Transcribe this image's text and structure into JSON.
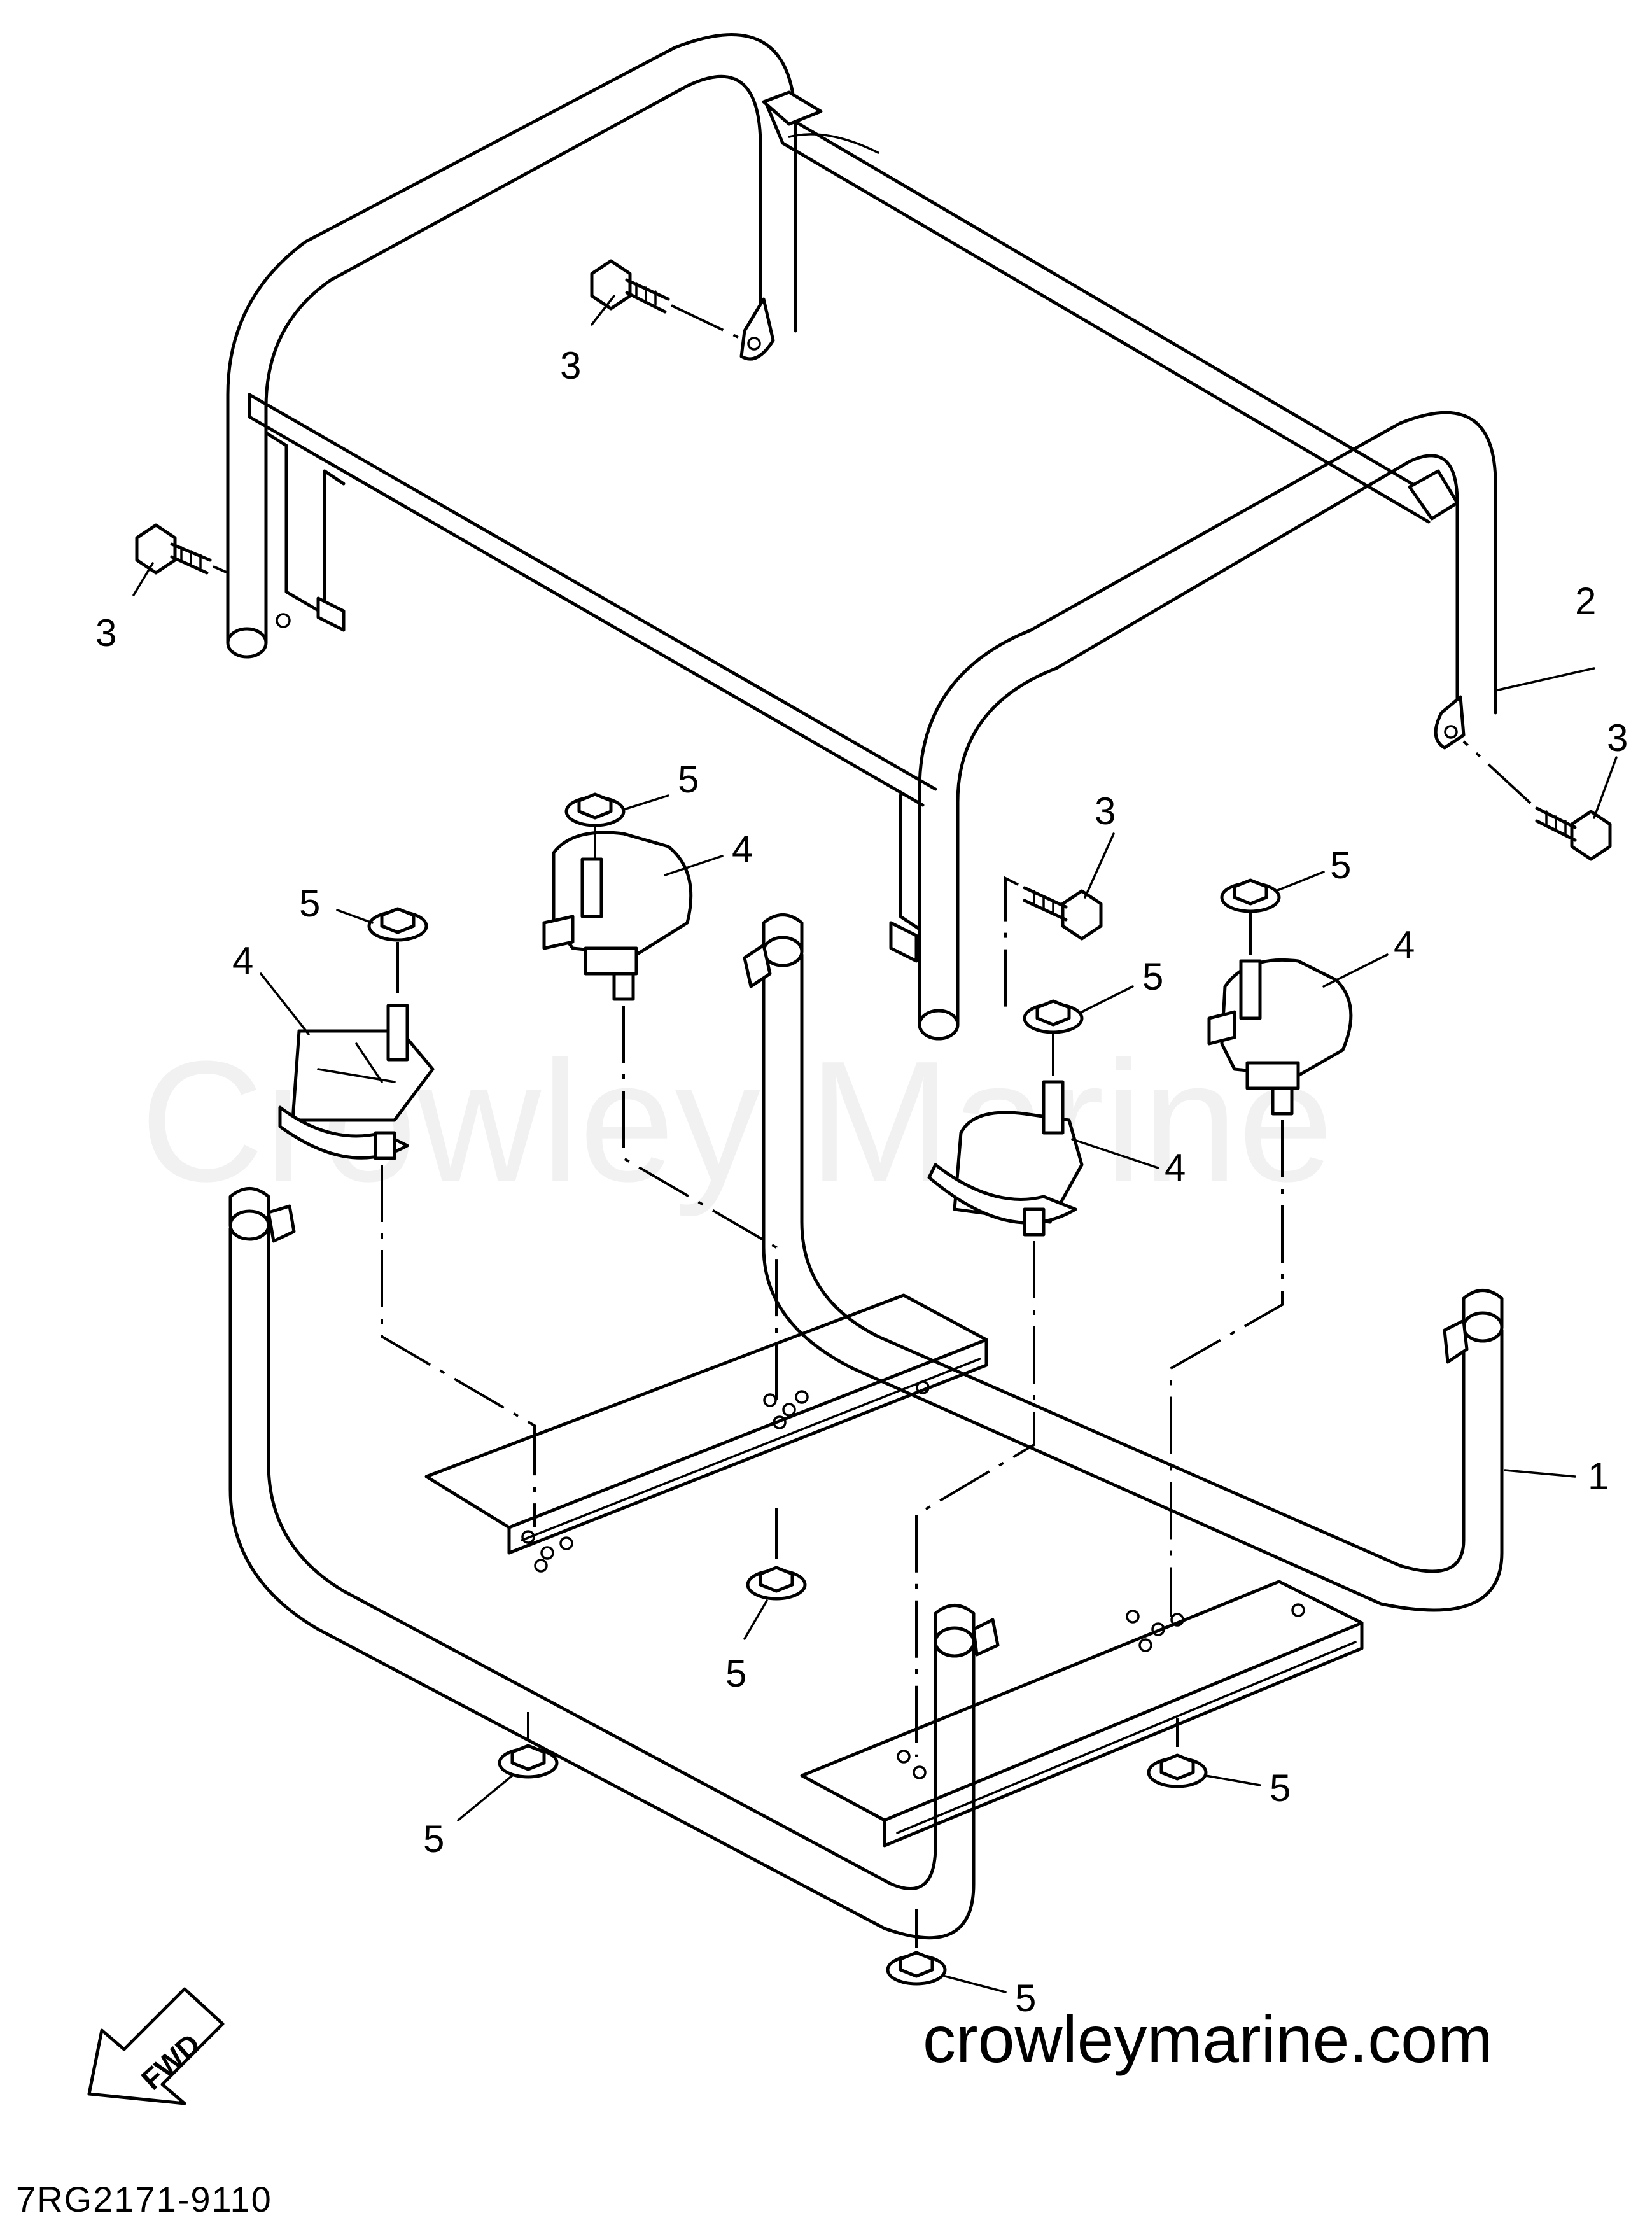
{
  "watermark": "Crowley Marine",
  "website": "crowleymarine.com",
  "diagram_code": "7RG2171-9110",
  "direction_label": "FWD",
  "callouts": {
    "c1": "1",
    "c2": "2",
    "c3a": "3",
    "c3b": "3",
    "c3c": "3",
    "c3d": "3",
    "c4a": "4",
    "c4b": "4",
    "c4c": "4",
    "c4d": "4",
    "c5a": "5",
    "c5b": "5",
    "c5c": "5",
    "c5d": "5",
    "c5e": "5",
    "c5f": "5",
    "c5g": "5",
    "c5h": "5"
  }
}
